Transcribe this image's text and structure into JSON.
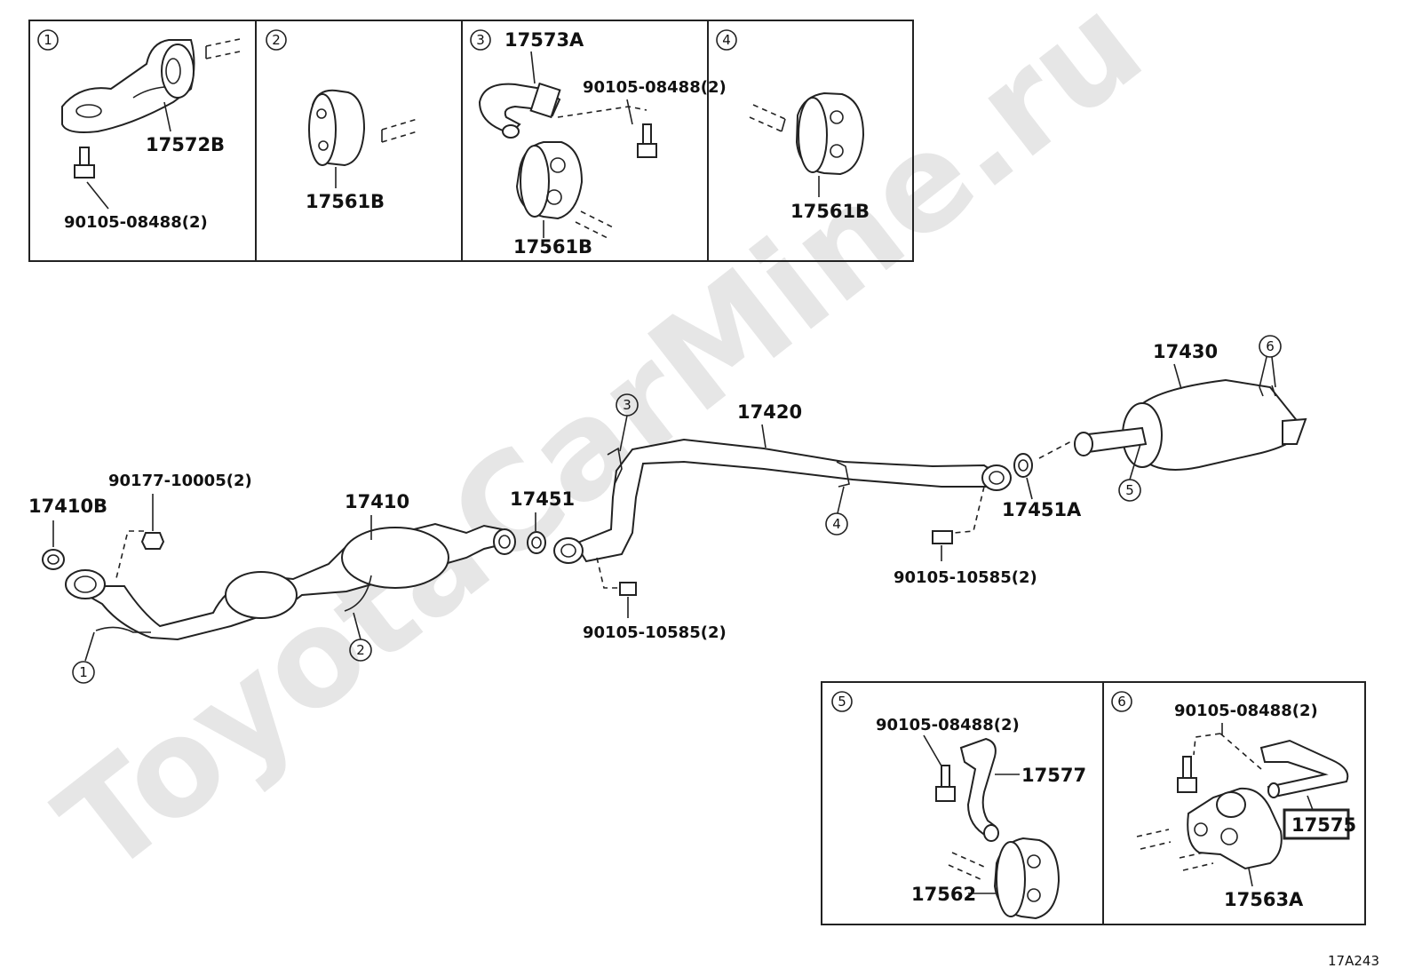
{
  "watermark": "ToyotaCarMine.ru",
  "drawing_code": "17A243",
  "panels_top": [
    {
      "num": "1",
      "labels": [
        "17572B",
        "90105-08488(2)"
      ]
    },
    {
      "num": "2",
      "labels": [
        "17561B"
      ]
    },
    {
      "num": "3",
      "labels": [
        "17573A",
        "90105-08488(2)",
        "17561B"
      ]
    },
    {
      "num": "4",
      "labels": [
        "17561B"
      ]
    }
  ],
  "panels_bottom": [
    {
      "num": "5",
      "labels": [
        "90105-08488(2)",
        "17577",
        "17562"
      ]
    },
    {
      "num": "6",
      "labels": [
        "90105-08488(2)",
        "17575",
        "17563A"
      ]
    }
  ],
  "main_labels": {
    "p17410B": "17410B",
    "p90177": "90177-10005(2)",
    "p17410": "17410",
    "p17451": "17451",
    "p90105_a": "90105-10585(2)",
    "p17420": "17420",
    "p17451A": "17451A",
    "p90105_b": "90105-10585(2)",
    "p17430": "17430"
  },
  "callouts": [
    "1",
    "2",
    "3",
    "4",
    "5",
    "6"
  ],
  "highlight_part": "17575"
}
